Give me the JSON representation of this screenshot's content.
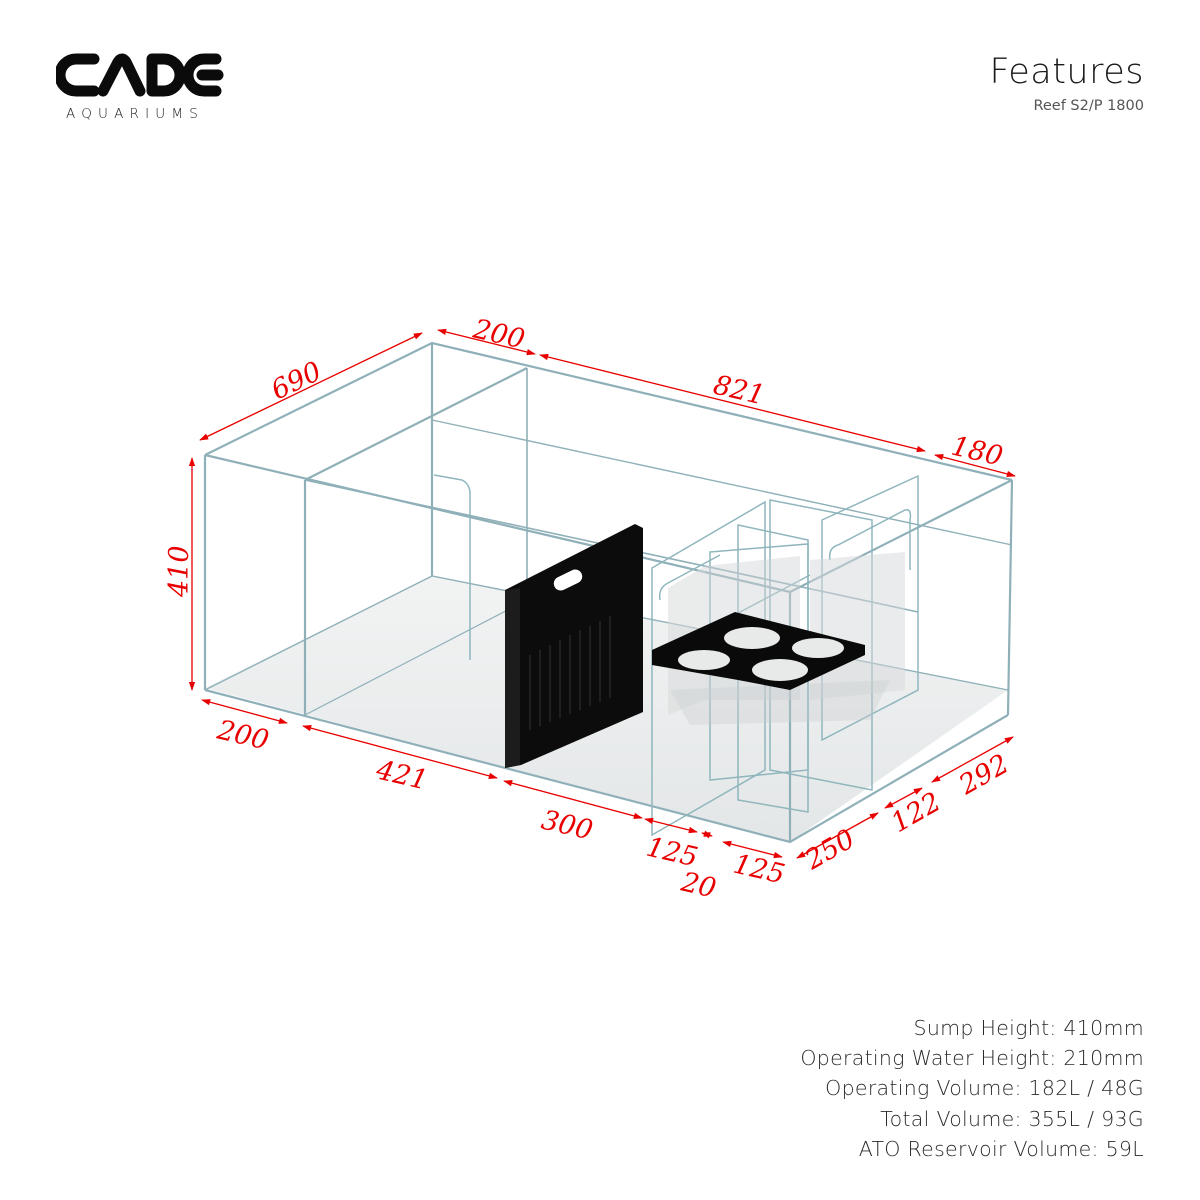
{
  "brand": {
    "name": "CADE",
    "tagline": "AQUARIUMS"
  },
  "header": {
    "title": "Features",
    "subtitle": "Reef S2/P 1800"
  },
  "colors": {
    "dimension": "#e80000",
    "glass_edge": "#8fb0b8",
    "baffle": "#0c0c0c",
    "background": "#ffffff"
  },
  "dimensions": {
    "depth_total": "690",
    "top_left_section": "200",
    "top_middle_section": "821",
    "top_right_section": "180",
    "height": "410",
    "bottom_200": "200",
    "bottom_421": "421",
    "bottom_300": "300",
    "bottom_125a": "125",
    "bottom_20": "20",
    "bottom_125b": "125",
    "right_250": "250",
    "right_122": "122",
    "right_292": "292"
  },
  "specs": [
    "Sump Height: 410mm",
    "Operating Water Height: 210mm",
    "Operating Volume: 182L / 48G",
    "Total Volume: 355L / 93G",
    "ATO Reservoir Volume: 59L"
  ]
}
